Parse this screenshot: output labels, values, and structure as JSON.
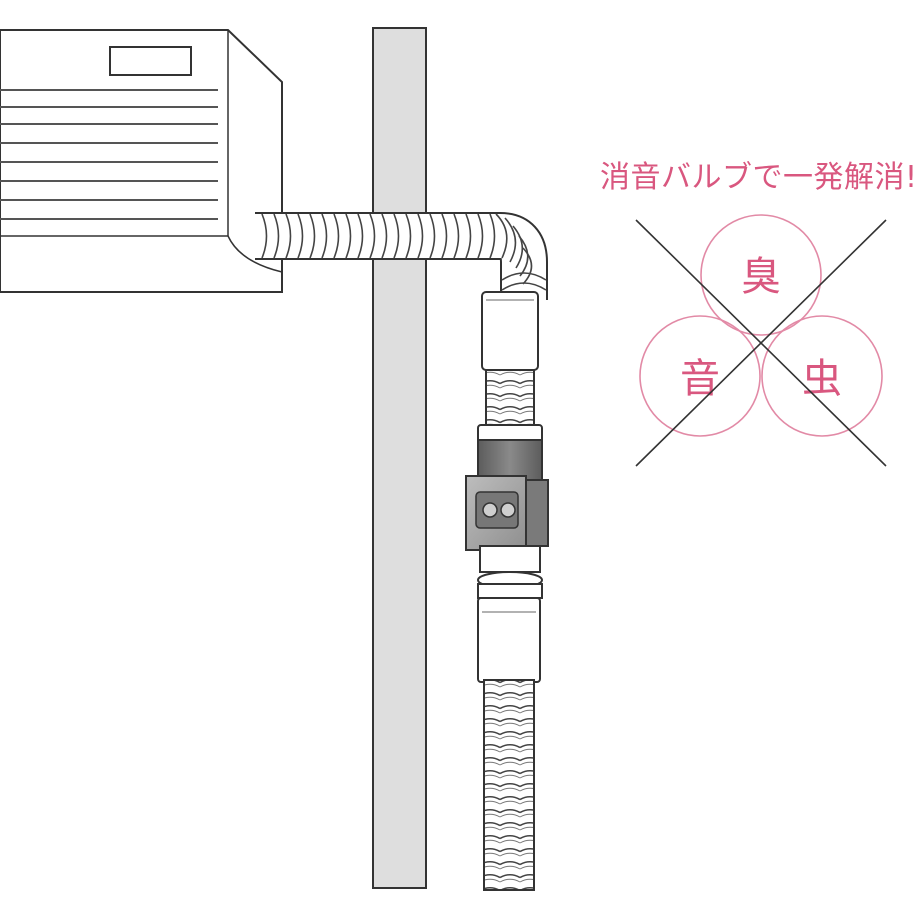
{
  "headline": "消音バルブで一発解消!",
  "problems": [
    {
      "id": "odor",
      "label": "臭"
    },
    {
      "id": "noise",
      "label": "音"
    },
    {
      "id": "insect",
      "label": "虫"
    }
  ],
  "colors": {
    "accent": "#d9577f",
    "circle": "#e28aa6",
    "line": "#333333",
    "valve_dark": "#6e6e6e",
    "valve_light": "#c9c9c9"
  },
  "icons": [
    "air-conditioner-icon",
    "drain-hose-icon",
    "silencer-valve-icon",
    "cross-mark-icon"
  ]
}
